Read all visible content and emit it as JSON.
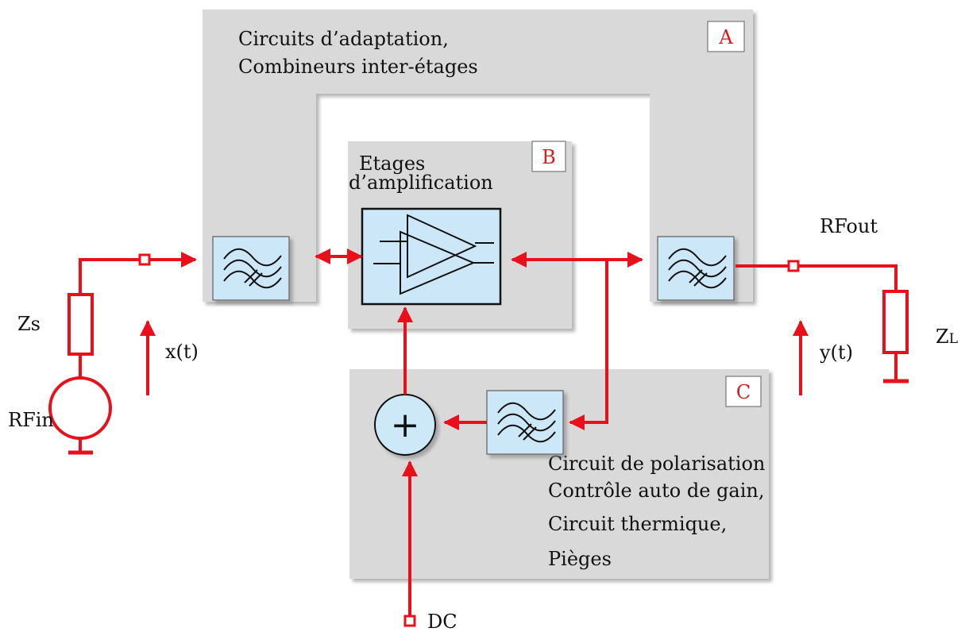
{
  "blocks": {
    "a": {
      "tag": "A",
      "line1": "Circuits d’adaptation,",
      "line2": "Combineurs inter-étages"
    },
    "b": {
      "tag": "B",
      "line1": "Etages",
      "line2": "d’amplification"
    },
    "c": {
      "tag": "C",
      "line1": "Circuit de polarisation",
      "line2": "Contrôle auto de gain,",
      "line3": "Circuit thermique,",
      "line4": "Pièges"
    }
  },
  "labels": {
    "rfout": "RFout",
    "rfin": "RFin",
    "zs": "Zs",
    "zl_main": "Z",
    "zl_sub": "L",
    "xt": "x(t)",
    "yt": "y(t)",
    "dc": "DC",
    "sum": "+"
  },
  "colors": {
    "wire": "#e8101a",
    "panel": "#d9d9d9",
    "filter_fill": "#cce8f8",
    "sum_fill": "#cde9f8",
    "tag_text": "#d21e1e"
  }
}
